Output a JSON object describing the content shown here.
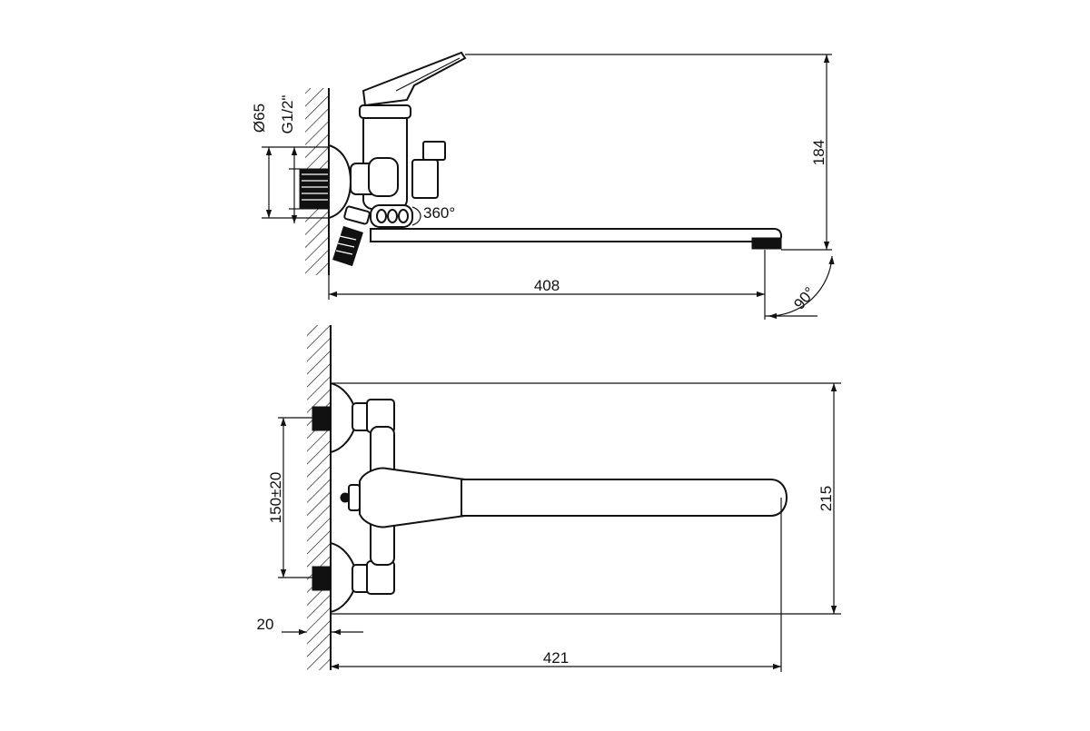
{
  "side_view": {
    "dim_diameter": "Ø65",
    "dim_thread": "G1/2\"",
    "rotation": "360°",
    "spout_angle": "90°",
    "dim_height": "184",
    "dim_length": "408"
  },
  "top_view": {
    "dim_center_distance": "150±20",
    "dim_wall_offset": "20",
    "dim_length": "421",
    "dim_height": "215"
  }
}
